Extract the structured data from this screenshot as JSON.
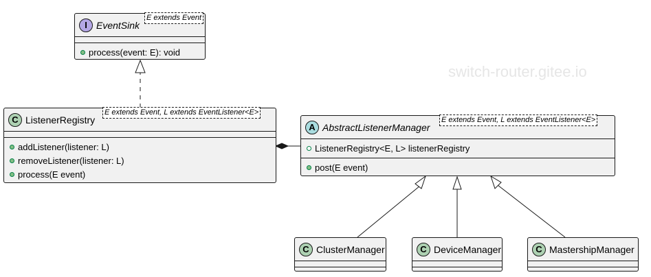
{
  "watermark": "switch-router.gitee.io",
  "colors": {
    "class_fill": "#F1F1F1",
    "border": "#181818",
    "interface_badge": "#B4A7E5",
    "class_badge": "#ADD1B2",
    "abstract_badge": "#A9DCDF",
    "method_dot": "#84BE84",
    "visibility_stroke": "#038048"
  },
  "classes": {
    "event_sink": {
      "badge": "I",
      "name": "EventSink",
      "type_params": "E extends Event",
      "methods": [
        "process(event: E): void"
      ]
    },
    "listener_registry": {
      "badge": "C",
      "name": "ListenerRegistry",
      "type_params": "E extends Event, L extends EventListener<E>",
      "methods": [
        "addListener(listener: L)",
        "removeListener(listener: L)",
        "process(E event)"
      ]
    },
    "abstract_listener_manager": {
      "badge": "A",
      "name": "AbstractListenerManager",
      "type_params": "E extends Event, L extends EventListener<E>",
      "fields": [
        "ListenerRegistry<E, L> listenerRegistry"
      ],
      "methods": [
        "post(E event)"
      ]
    },
    "cluster_manager": {
      "badge": "C",
      "name": "ClusterManager"
    },
    "device_manager": {
      "badge": "C",
      "name": "DeviceManager"
    },
    "mastership_manager": {
      "badge": "C",
      "name": "MastershipManager"
    }
  }
}
